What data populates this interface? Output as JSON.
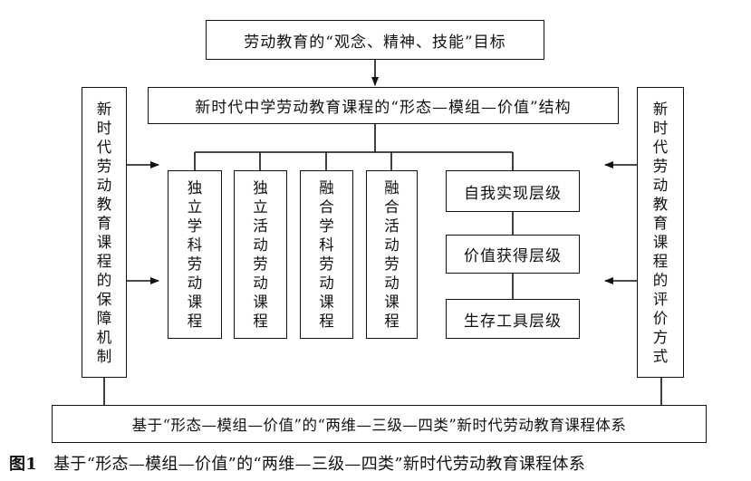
{
  "goal_box": "劳动教育的“观念、精神、技能”目标",
  "structure_box": "新时代中学劳动教育课程的“形态—模组—价值”结构",
  "left_side": "新时代劳动教育课程的保障机制",
  "right_side": "新时代劳动教育课程的评价方式",
  "courses": [
    "独立学科劳动课程",
    "独立活动劳动课程",
    "融合学科劳动课程",
    "融合活动劳动课程"
  ],
  "levels": [
    "自我实现层级",
    "价值获得层级",
    "生存工具层级"
  ],
  "bottom_box": "基于“形态—模组—价值”的“两维—三级—四类”新时代劳动教育课程体系",
  "caption": {
    "label": "图1",
    "text": "基于“形态—模组—价值”的“两维—三级—四类”新时代劳动教育课程体系"
  }
}
